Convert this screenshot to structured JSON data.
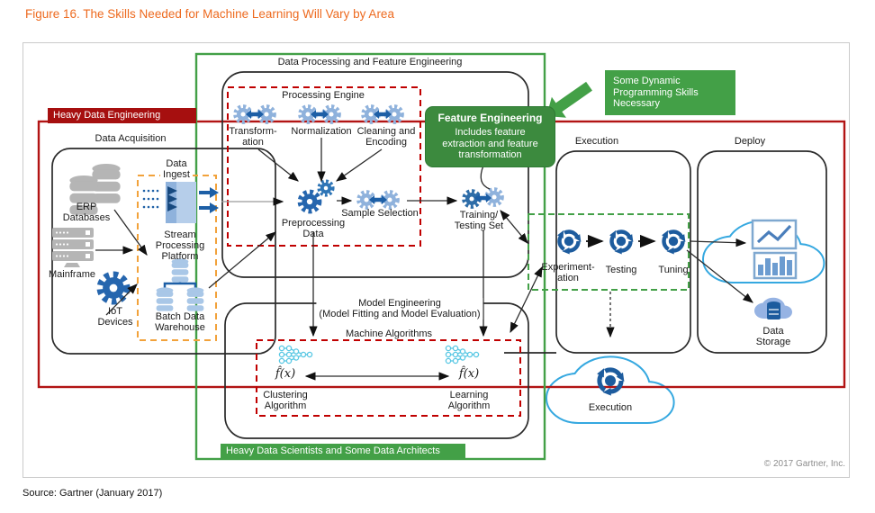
{
  "title": "Figure 16. The Skills Needed for Machine Learning Will Vary by Area",
  "source": "Source: Gartner (January 2017)",
  "copyright": "© 2017 Gartner, Inc.",
  "banners": {
    "heavy_data_engineering": "Heavy Data Engineering",
    "heavy_data_scientists": "Heavy Data Scientists and Some Data Architects"
  },
  "regions": {
    "data_processing": "Data Processing and Feature Engineering",
    "processing_engine": "Processing Engine",
    "data_acquisition": "Data Acquisition",
    "data_ingest": [
      "Data",
      "Ingest"
    ],
    "execution": "Execution",
    "deploy": "Deploy",
    "model_engineering": [
      "Model Engineering",
      "(Model Fitting and Model Evaluation)"
    ],
    "machine_algorithms": "Machine Algorithms"
  },
  "callouts": {
    "dynamic_skills": [
      "Some Dynamic",
      "Programming Skills",
      "Necessary"
    ],
    "feature_engineering_title": "Feature Engineering",
    "feature_engineering_body": [
      "Includes feature",
      "extraction and feature",
      "transformation"
    ]
  },
  "nodes": {
    "erp": [
      "ERP",
      "Databases"
    ],
    "mainframe": "Mainframe",
    "iot": [
      "IoT",
      "Devices"
    ],
    "stream": [
      "Stream",
      "Processing",
      "Platform"
    ],
    "batch": [
      "Batch Data",
      "Warehouse"
    ],
    "transformation": [
      "Transform-",
      "ation"
    ],
    "normalization": "Normalization",
    "cleaning": [
      "Cleaning and",
      "Encoding"
    ],
    "preprocessing": [
      "Preprocessing",
      "Data"
    ],
    "sample_selection": "Sample Selection",
    "training_testing": [
      "Training/",
      "Testing Set"
    ],
    "experimentation": [
      "Experiment-",
      "ation"
    ],
    "testing": "Testing",
    "tuning": "Tuning",
    "clustering": [
      "Clustering",
      "Algorithm"
    ],
    "learning": [
      "Learning",
      "Algorithm"
    ],
    "fx_left": "f̂(x)",
    "fx_right": "f̂(x)",
    "data_storage": [
      "Data",
      "Storage"
    ],
    "execution_cloud": "Execution"
  },
  "colors": {
    "accent_orange": "#ED6A1F",
    "red_border": "#B21414",
    "red_banner": "#A60F0F",
    "red_dashed": "#C00000",
    "green": "#43A047",
    "green_callout": "#3C8A3E",
    "orange_dashed": "#F2A23B",
    "blue_dark": "#1D5FA6",
    "blue_light": "#8FB2DC",
    "cloud_blue": "#35A8E0",
    "cyan_network": "#57C7E3",
    "gray_icon": "#B5B5B5"
  }
}
